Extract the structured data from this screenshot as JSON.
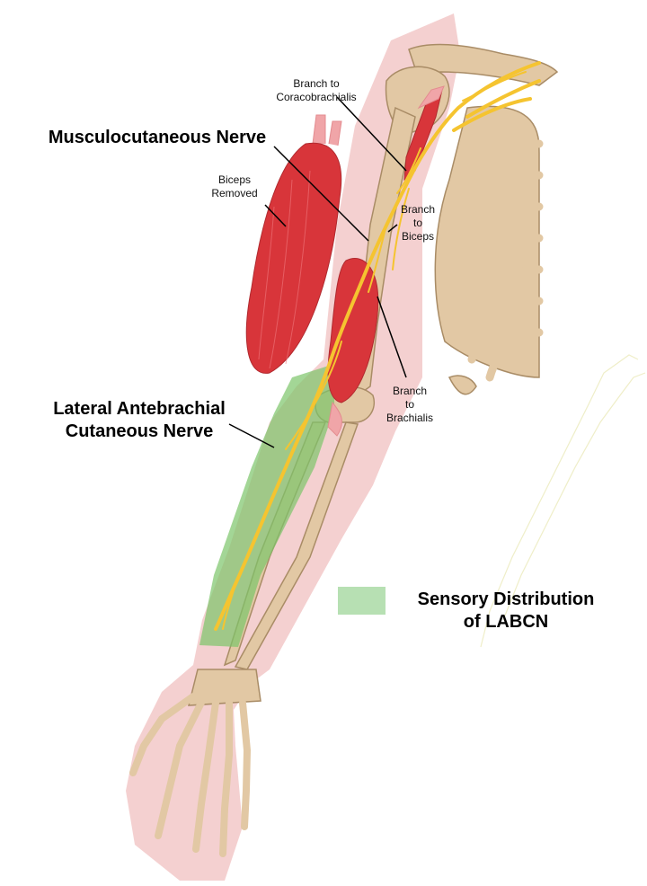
{
  "labels": {
    "musculocutaneous": "Musculocutaneous Nerve",
    "lateral_antebrachial": "Lateral Antebrachial\nCutaneous Nerve",
    "branch_coracobrachialis": "Branch to\nCoracobrachialis",
    "biceps_removed": "Biceps\nRemoved",
    "branch_biceps": "Branch\nto\nBiceps",
    "branch_brachialis": "Branch\nto\nBrachialis"
  },
  "legend": {
    "label": "Sensory Distribution\nof LABCN",
    "color": "#b7e0b3"
  },
  "colors": {
    "skin": "#f2c8c8",
    "muscle": "#d8353a",
    "bone": "#e2c8a4",
    "bone_edge": "#a98c66",
    "nerve": "#f5c430",
    "sensory": "#7cc46a"
  }
}
